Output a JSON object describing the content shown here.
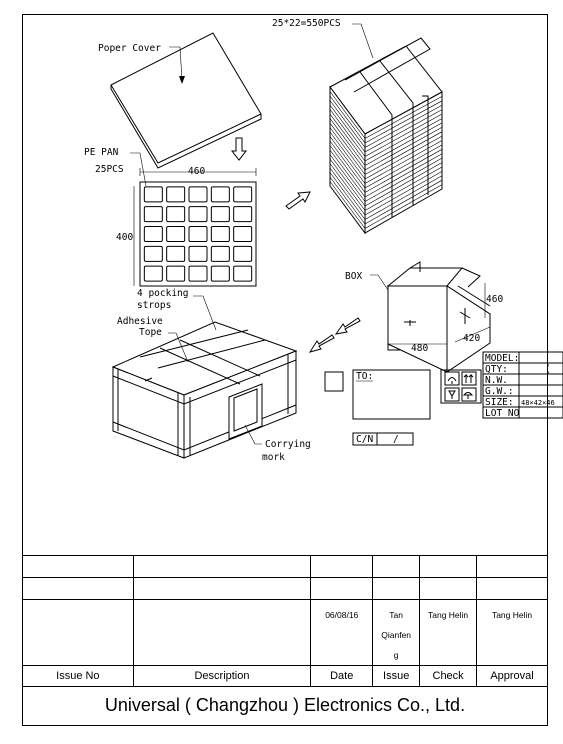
{
  "drawing": {
    "paper_cover_label": "Poper Cover",
    "pallet_stack_label": "25*22=550PCS",
    "pe_pan_label": "PE PAN",
    "pe_pan_qty": "25PCS",
    "pan_width": "460",
    "pan_height": "400",
    "strap_label_1": "4 pocking",
    "strap_label_2": "strops",
    "tape_label_1": "Adhesive",
    "tape_label_2": "Tope",
    "mark_label_1": "Corrying",
    "mark_label_2": "mork",
    "box_label": "BOX",
    "box_height": "460",
    "box_length": "480",
    "box_width": "420",
    "to_label": "TO:",
    "cn_label": "C/N",
    "cn_sep": "/",
    "spec_fields": [
      "MODEL:",
      "QTY:",
      "N.W.",
      "G.W.:",
      "SIZE:",
      "LOT NO"
    ],
    "qty_value": "(",
    "size_value": "48×42×46"
  },
  "title_block": {
    "date": "06/08/16",
    "issue_line1": "Tan",
    "issue_line2": "Qianfen",
    "issue_line3": "g",
    "check": "Tang Helin",
    "approval": "Tang Helin",
    "hdr_issue_no": "Issue No",
    "hdr_description": "Description",
    "hdr_date": "Date",
    "hdr_issue": "Issue",
    "hdr_check": "Check",
    "hdr_approval": "Approval",
    "company": "Universal ( Changzhou ) Electronics Co., Ltd."
  }
}
